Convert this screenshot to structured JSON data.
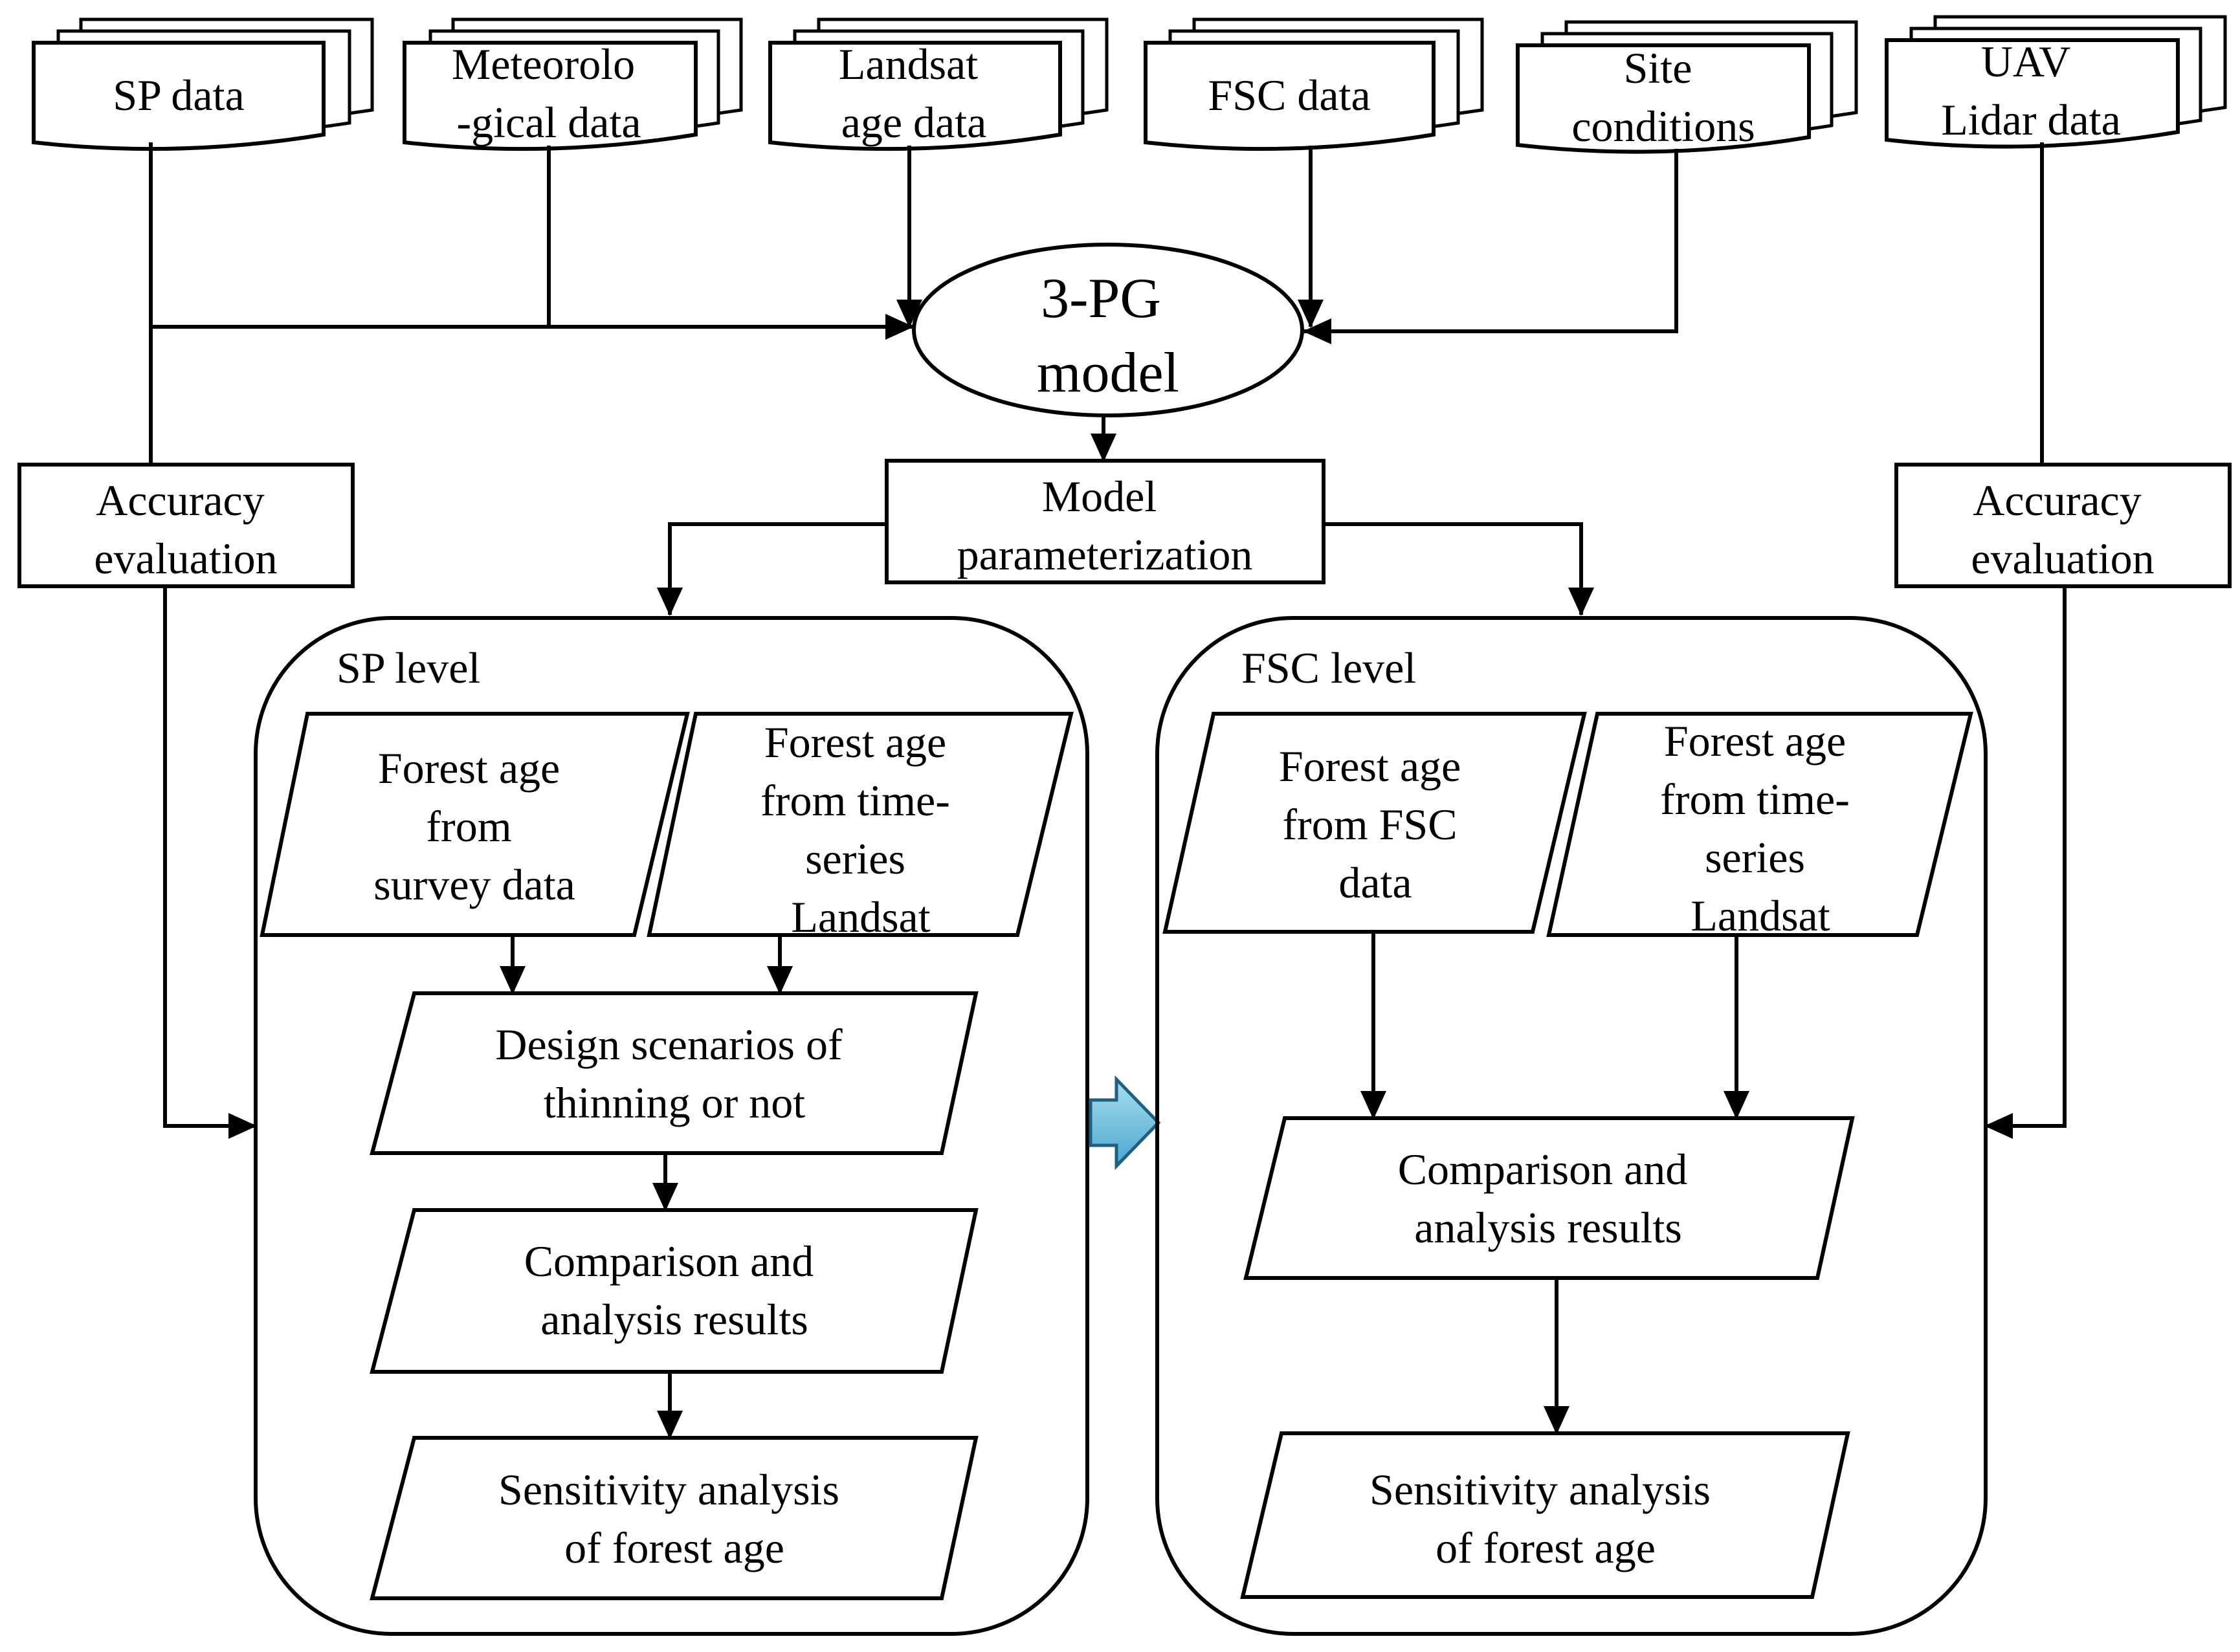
{
  "inputs": {
    "sp_data": [
      "SP data"
    ],
    "meteorological_data": [
      "Meteorolo",
      "-gical data"
    ],
    "landsat_age_data": [
      "Landsat",
      "age data"
    ],
    "fsc_data": [
      "FSC data"
    ],
    "site_conditions": [
      "Site",
      "conditions"
    ],
    "uav_lidar_data": [
      "UAV",
      "Lidar data"
    ]
  },
  "model": [
    "3-PG",
    "model"
  ],
  "parameterization": [
    "Model",
    "parameterization"
  ],
  "accuracy_left": [
    "Accuracy",
    "evaluation"
  ],
  "accuracy_right": [
    "Accuracy",
    "evaluation"
  ],
  "sp_level": {
    "title": "SP level",
    "age_survey": [
      "Forest age",
      "from",
      "survey data"
    ],
    "age_landsat": [
      "Forest age",
      "from time-",
      "series",
      "Landsat"
    ],
    "design": [
      "Design scenarios of",
      "thinning or not"
    ],
    "comparison": [
      "Comparison and",
      "analysis results"
    ],
    "sensitivity": [
      "Sensitivity analysis",
      "of forest age"
    ]
  },
  "fsc_level": {
    "title": "FSC level",
    "age_fsc": [
      "Forest age",
      "from FSC",
      "data"
    ],
    "age_landsat": [
      "Forest age",
      "from time-",
      "series",
      "Landsat"
    ],
    "comparison": [
      "Comparison and",
      "analysis results"
    ],
    "sensitivity": [
      "Sensitivity analysis",
      "of forest age"
    ]
  },
  "colors": {
    "transfer_arrow_fill": "#7ec8e3",
    "transfer_arrow_stroke": "#1f5f80"
  }
}
